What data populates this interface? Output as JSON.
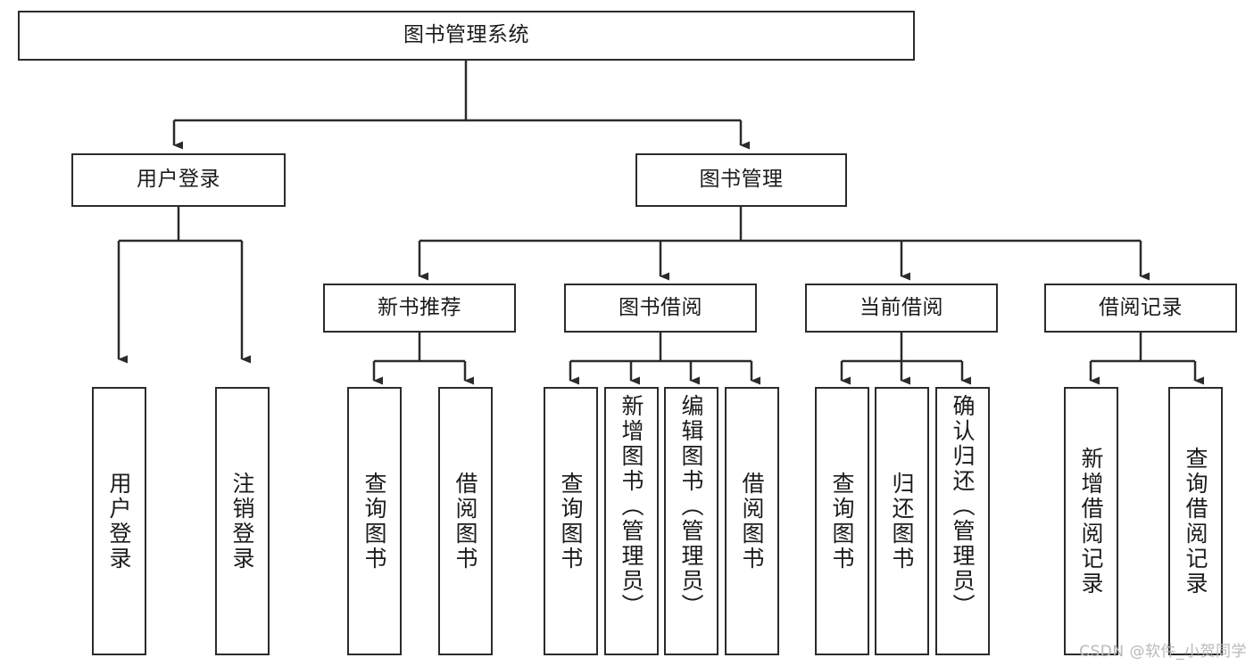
{
  "diagram": {
    "title": "图书管理系统",
    "type": "tree",
    "watermark": "CSDN @软件_小贺同学",
    "colors": {
      "box_border": "#2b2b2b",
      "box_fill": "#ffffff",
      "edge": "#2b2b2b",
      "text": "#1b1b1b",
      "watermark": "#b9b9b9",
      "background": "#ffffff"
    },
    "nodes": {
      "root": {
        "label": "图书管理系统",
        "orientation": "horizontal"
      },
      "l1": [
        {
          "id": "user_login",
          "label": "用户登录",
          "orientation": "horizontal"
        },
        {
          "id": "book_manage",
          "label": "图书管理",
          "orientation": "horizontal"
        }
      ],
      "l2": [
        {
          "id": "new_book_rec",
          "label": "新书推荐",
          "orientation": "horizontal"
        },
        {
          "id": "book_borrow",
          "label": "图书借阅",
          "orientation": "horizontal"
        },
        {
          "id": "current_borrow",
          "label": "当前借阅",
          "orientation": "horizontal"
        },
        {
          "id": "borrow_record",
          "label": "借阅记录",
          "orientation": "horizontal"
        }
      ],
      "leaves": [
        {
          "id": "leaf_user_login",
          "label": "用户登录",
          "parent": "user_login",
          "orientation": "vertical"
        },
        {
          "id": "leaf_user_logout",
          "label": "注销登录",
          "parent": "user_login",
          "orientation": "vertical"
        },
        {
          "id": "leaf_query_book_1",
          "label": "查询图书",
          "parent": "new_book_rec",
          "orientation": "vertical"
        },
        {
          "id": "leaf_borrow_book_1",
          "label": "借阅图书",
          "parent": "new_book_rec",
          "orientation": "vertical"
        },
        {
          "id": "leaf_query_book_2",
          "label": "查询图书",
          "parent": "book_borrow",
          "orientation": "vertical"
        },
        {
          "id": "leaf_add_book",
          "label": "新增图书（管理员）",
          "parent": "book_borrow",
          "orientation": "vertical"
        },
        {
          "id": "leaf_edit_book",
          "label": "编辑图书（管理员）",
          "parent": "book_borrow",
          "orientation": "vertical"
        },
        {
          "id": "leaf_borrow_book_2",
          "label": "借阅图书",
          "parent": "book_borrow",
          "orientation": "vertical"
        },
        {
          "id": "leaf_query_book_3",
          "label": "查询图书",
          "parent": "current_borrow",
          "orientation": "vertical"
        },
        {
          "id": "leaf_return_book",
          "label": "归还图书",
          "parent": "current_borrow",
          "orientation": "vertical"
        },
        {
          "id": "leaf_confirm_return",
          "label": "确认归还（管理员）",
          "parent": "current_borrow",
          "orientation": "vertical"
        },
        {
          "id": "leaf_add_record",
          "label": "新增借阅记录",
          "parent": "borrow_record",
          "orientation": "vertical"
        },
        {
          "id": "leaf_query_record",
          "label": "查询借阅记录",
          "parent": "borrow_record",
          "orientation": "vertical"
        }
      ]
    }
  }
}
